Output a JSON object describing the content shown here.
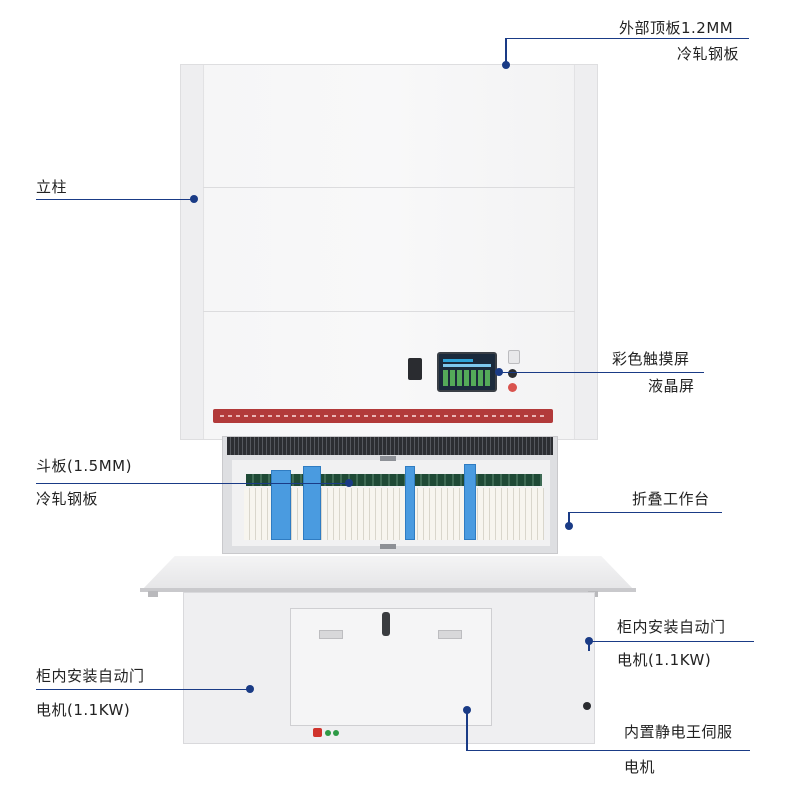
{
  "callouts": {
    "top_panel": {
      "line1": "外部顶板1.2MM",
      "line2": "冷轧钢板"
    },
    "column": {
      "line1": "立柱"
    },
    "touchscreen": {
      "line1": "彩色触摸屏",
      "line2": "液晶屏"
    },
    "tray": {
      "line1": "斗板(1.5MM)",
      "line2": "冷轧钢板"
    },
    "worktable": {
      "line1": "折叠工作台"
    },
    "door_motor_right": {
      "line1": "柜内安装自动门",
      "line2": "电机(1.1KW)"
    },
    "door_motor_left": {
      "line1": "柜内安装自动门",
      "line2": "电机(1.1KW)"
    },
    "servo_motor": {
      "line1": "内置静电王伺服",
      "line2": "电机"
    }
  },
  "colors": {
    "callout": "#1a3b86",
    "red_strip": "#b23a3a",
    "divider_blue": "#4a9be0",
    "cabinet": "#f4f4f5"
  },
  "icons": [
    "touch-screen-icon",
    "power-button-icon",
    "indicator-light-icon",
    "lock-icon"
  ]
}
